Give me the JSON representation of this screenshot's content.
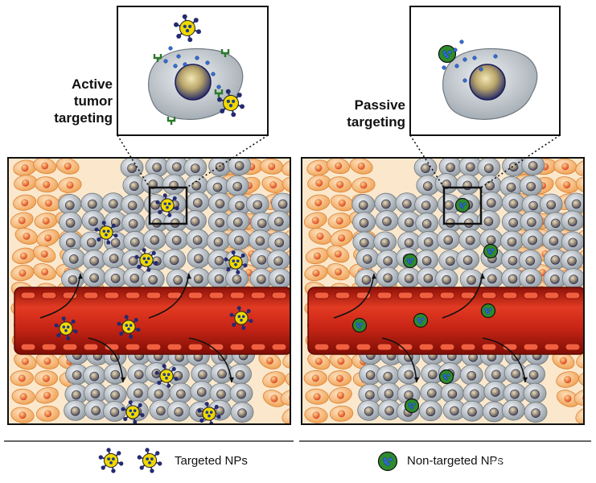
{
  "labels": {
    "active": "Active\ntumor\ntargeting",
    "passive": "Passive\ntargeting"
  },
  "legend": {
    "targeted": "Targeted NPs",
    "non_targeted": "Non-targeted NPs"
  },
  "watermark": "知识泥土六二三",
  "colors": {
    "vessel": "#d6281c",
    "vessel_dark": "#a3150d",
    "normal_cell": "#f2a55a",
    "normal_nucleus": "#e24a1f",
    "tumor_cell": "#b9c0c8",
    "tumor_nucleus": "#8a7f6e",
    "targeted_np": "#f0d800",
    "ligand": "#232a6e",
    "non_targeted_np": "#2e8b2e"
  }
}
